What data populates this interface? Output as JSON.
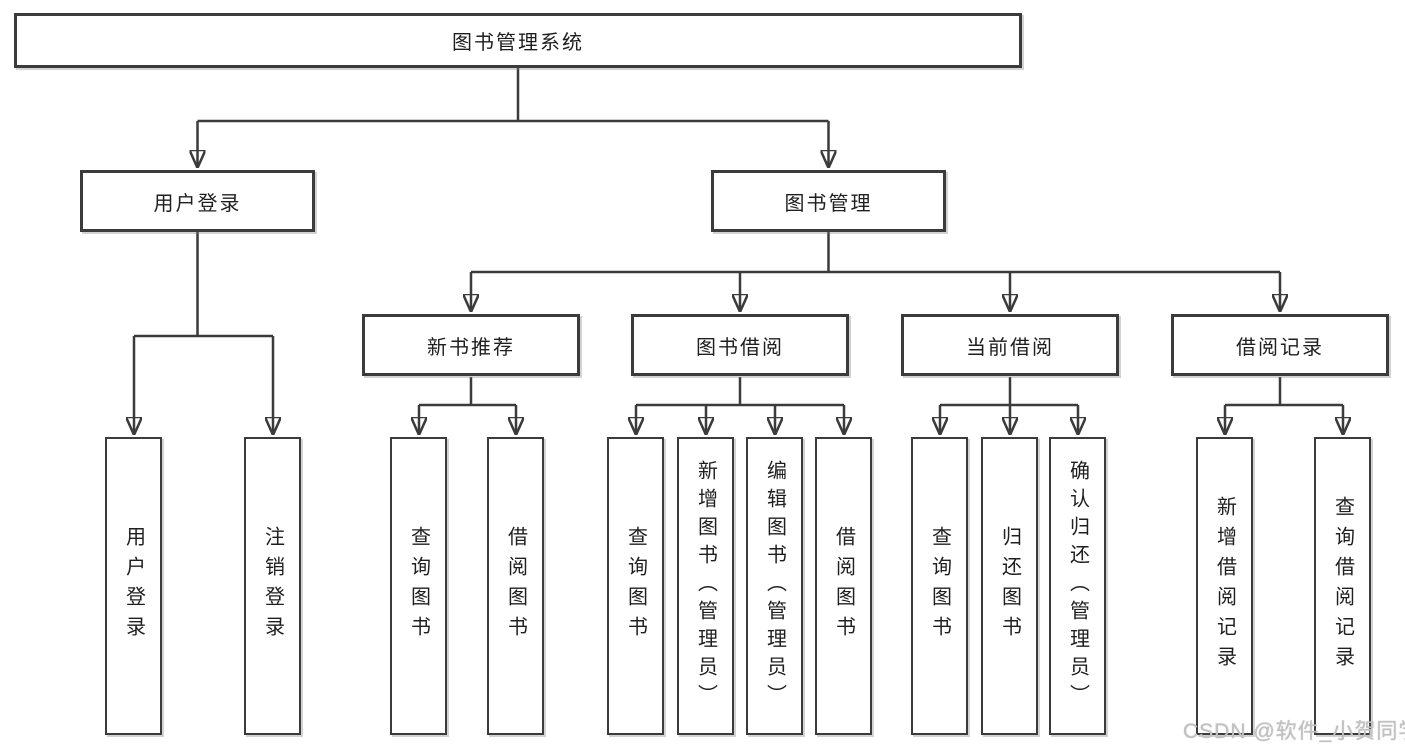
{
  "diagram_title": "图书管理系统",
  "tree": {
    "label": "图书管理系统",
    "children": [
      {
        "label": "用户登录",
        "children": [
          {
            "label": "用户登录"
          },
          {
            "label": "注销登录"
          }
        ]
      },
      {
        "label": "图书管理",
        "children": [
          {
            "label": "新书推荐",
            "children": [
              {
                "label": "查询图书"
              },
              {
                "label": "借阅图书"
              }
            ]
          },
          {
            "label": "图书借阅",
            "children": [
              {
                "label": "查询图书"
              },
              {
                "label": "新增图书（管理员）"
              },
              {
                "label": "编辑图书（管理员）"
              },
              {
                "label": "借阅图书"
              }
            ]
          },
          {
            "label": "当前借阅",
            "children": [
              {
                "label": "查询图书"
              },
              {
                "label": "归还图书"
              },
              {
                "label": "确认归还（管理员）"
              }
            ]
          },
          {
            "label": "借阅记录",
            "children": [
              {
                "label": "新增借阅记录"
              },
              {
                "label": "查询借阅记录"
              }
            ]
          }
        ]
      }
    ]
  },
  "watermark": "CSDN @软件_小贺同学",
  "colors": {
    "line": "#3b3b3b",
    "text": "#1f1f1f",
    "watermark": "#c2c2c2",
    "background": "#ffffff"
  }
}
